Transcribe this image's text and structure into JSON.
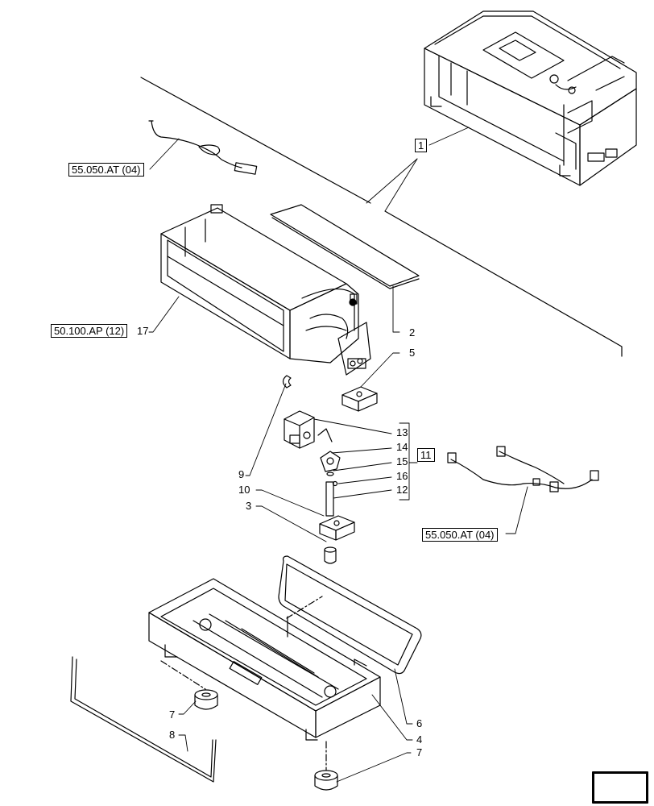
{
  "diagram": {
    "references": {
      "ref_top": "55.050.AT (04)",
      "ref_left": "50.100.AP (12)",
      "ref_right": "55.050.AT (04)"
    },
    "boxed_callouts": {
      "c1": "1",
      "c11": "11"
    },
    "callouts": {
      "p2": "2",
      "p3": "3",
      "p4": "4",
      "p5": "5",
      "p6": "6",
      "p7a": "7",
      "p7b": "7",
      "p8": "8",
      "p9": "9",
      "p10": "10",
      "p12": "12",
      "p13": "13",
      "p14": "14",
      "p15": "15",
      "p16": "16",
      "p17": "17"
    }
  }
}
